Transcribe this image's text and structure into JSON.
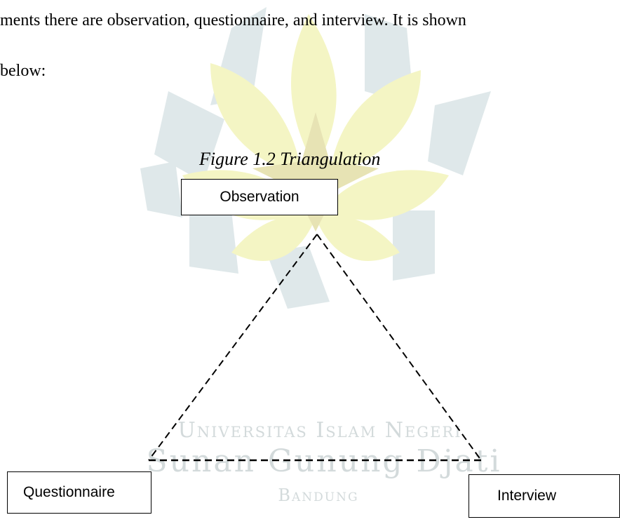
{
  "text": {
    "line1": "ments there are observation, questionnaire, and interview. It is shown",
    "line2": "below:"
  },
  "figure": {
    "caption": "Figure 1.2 Triangulation",
    "nodes": {
      "observation": "Observation",
      "questionnaire": "Questionnaire",
      "interview": "Interview"
    }
  },
  "watermark": {
    "line1": "Universitas Islam Negeri",
    "line2": "Sunan Gunung Djati",
    "line3": "Bandung",
    "colors": {
      "yellow": "#f3f4b8",
      "teal": "#d7e2e4"
    }
  }
}
